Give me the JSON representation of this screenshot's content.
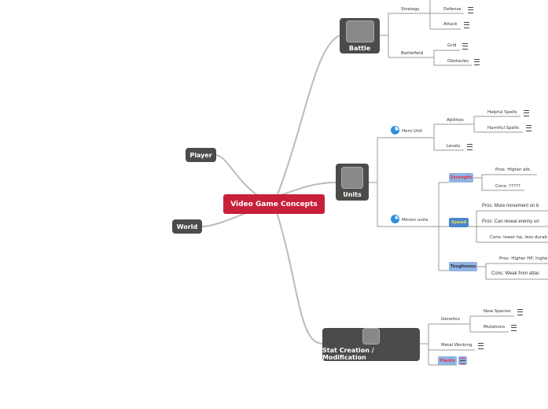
{
  "center": "Video Game Concepts",
  "main": {
    "battle": "Battle",
    "units": "Units",
    "stat": "Stat Creation / Modification",
    "player": "Player",
    "world": "World"
  },
  "battle": {
    "strategy": "Strategy",
    "defense": "Defense",
    "attack": "Attack",
    "battlefield": "Battlefield",
    "grid": "Grid",
    "obstacles": "Obstacles"
  },
  "units": {
    "hero": "Hero Unit",
    "abilities": "Abilities",
    "helpful": "Helpful Spells",
    "harmful": "Harmful Spells",
    "levels": "Levels",
    "minion": "Minion units",
    "strength": "Strength",
    "strength_pros": "Pros: Higher atk.",
    "strength_cons": "Cons: ?????",
    "speed": "Speed",
    "speed_pros1": "Pros: More movement on b",
    "speed_pros2": "Pros: Can reveal enemy un",
    "speed_cons": "Cons: lower hp, less durab",
    "toughness": "Toughness",
    "tough_pros": "Pros: Higher HP, highe",
    "tough_cons": "Cons: Weak from attac"
  },
  "stat": {
    "genetics": "Genetics",
    "new_species": "New Species",
    "mutations": "Mutations",
    "metal": "Metal Working",
    "plants": "Plants"
  },
  "colors": {
    "center": "#c8203a",
    "node": "#4d4b49",
    "tag": "#8fb3e3",
    "strength_text": "#e0334a",
    "speed_tag": "#4a86d0",
    "speed_text": "#e4e04a"
  }
}
